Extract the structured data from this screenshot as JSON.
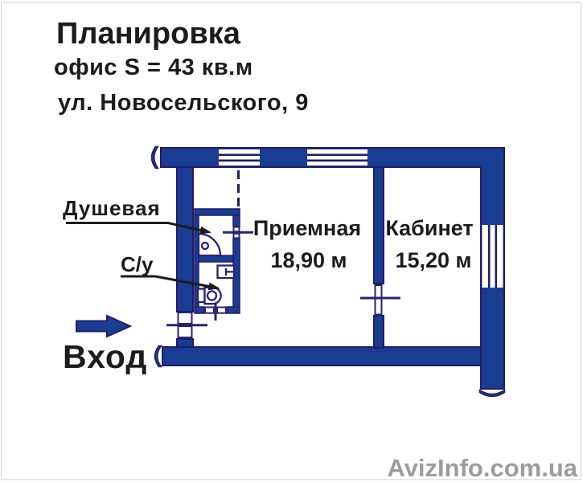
{
  "title": {
    "heading": "Планировка",
    "line2": "офис S = 43 кв.м",
    "line3": "ул. Новосельского, 9"
  },
  "plan": {
    "rooms": [
      {
        "name": "Приемная",
        "area": "18,90 м"
      },
      {
        "name": "Кабинет",
        "area": "15,20 м"
      }
    ],
    "labels": {
      "shower": "Душевая",
      "wc": "С/у",
      "entrance": "Вход"
    },
    "colors": {
      "wall_fill": "#1a3d94",
      "wall_outline": "#241a66",
      "line": "#2b2176",
      "text": "#1c1c1c",
      "watermark": "#9c9c9c"
    }
  },
  "watermark": "AvizInfo.com.ua"
}
